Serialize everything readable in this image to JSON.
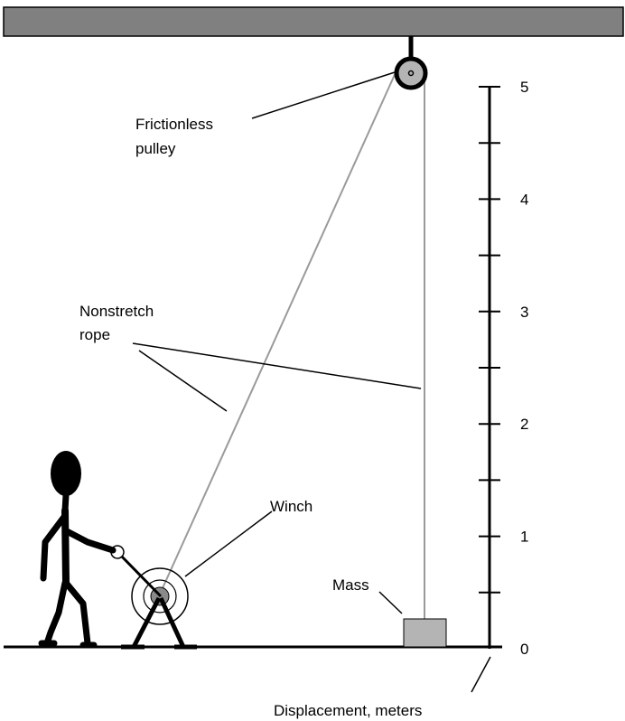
{
  "labels": {
    "pulley": [
      "Frictionless",
      "pulley"
    ],
    "rope": [
      "Nonstretch",
      "rope"
    ],
    "winch": "Winch",
    "mass": "Mass",
    "axis": "Displacement, meters"
  },
  "scale": {
    "unit": "meters",
    "min": 0,
    "max": 5,
    "major_ticks": [
      "0",
      "1",
      "2",
      "3",
      "4",
      "5"
    ],
    "minor_step": 0.5
  },
  "colors": {
    "ceiling": "#808080",
    "rope": "#9a9a9a",
    "mass": "#b4b4b4",
    "pulley": "#b4b4b4",
    "ink": "#000000"
  }
}
